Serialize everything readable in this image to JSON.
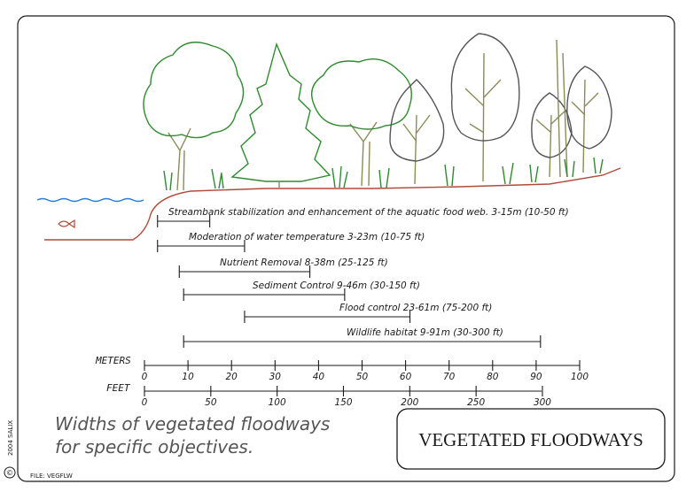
{
  "copyright_symbol": "©",
  "year_owner": "2004 SALIX",
  "file_label": "FILE: VEGFLW",
  "title_box": "VEGETATED FLOODWAYS",
  "caption": [
    "Widths of vegetated floodways",
    "for specific objectives."
  ],
  "chart_data": {
    "type": "range-bar",
    "categories": [
      "Streambank stabilization and enhancement of the aquatic food web. 3-15m (10-50 ft)",
      "Moderation of water temperature 3-23m (10-75 ft)",
      "Nutrient Removal 8-38m (25-125 ft)",
      "Sediment Control 9-46m (30-150 ft)",
      "Flood control 23-61m (75-200 ft)",
      "Wildlife habitat 9-91m (30-300 ft)"
    ],
    "ranges_m": [
      [
        3,
        15
      ],
      [
        3,
        23
      ],
      [
        8,
        38
      ],
      [
        9,
        46
      ],
      [
        23,
        61
      ],
      [
        9,
        91
      ]
    ],
    "axes": {
      "meters": {
        "label": "METERS",
        "min": 0,
        "max": 100,
        "ticks": [
          0,
          10,
          20,
          30,
          40,
          50,
          60,
          70,
          80,
          90,
          100
        ]
      },
      "feet": {
        "label": "FEET",
        "min": 0,
        "max": 300,
        "ticks": [
          0,
          50,
          100,
          150,
          200,
          250,
          300
        ]
      }
    }
  },
  "colors": {
    "line": "#1a1a1a",
    "water": "#2a7fd4",
    "ground": "#b24a3a",
    "tree": "#2e8b2e",
    "trunk": "#8b8b5a",
    "grass": "#2e8b2e"
  }
}
